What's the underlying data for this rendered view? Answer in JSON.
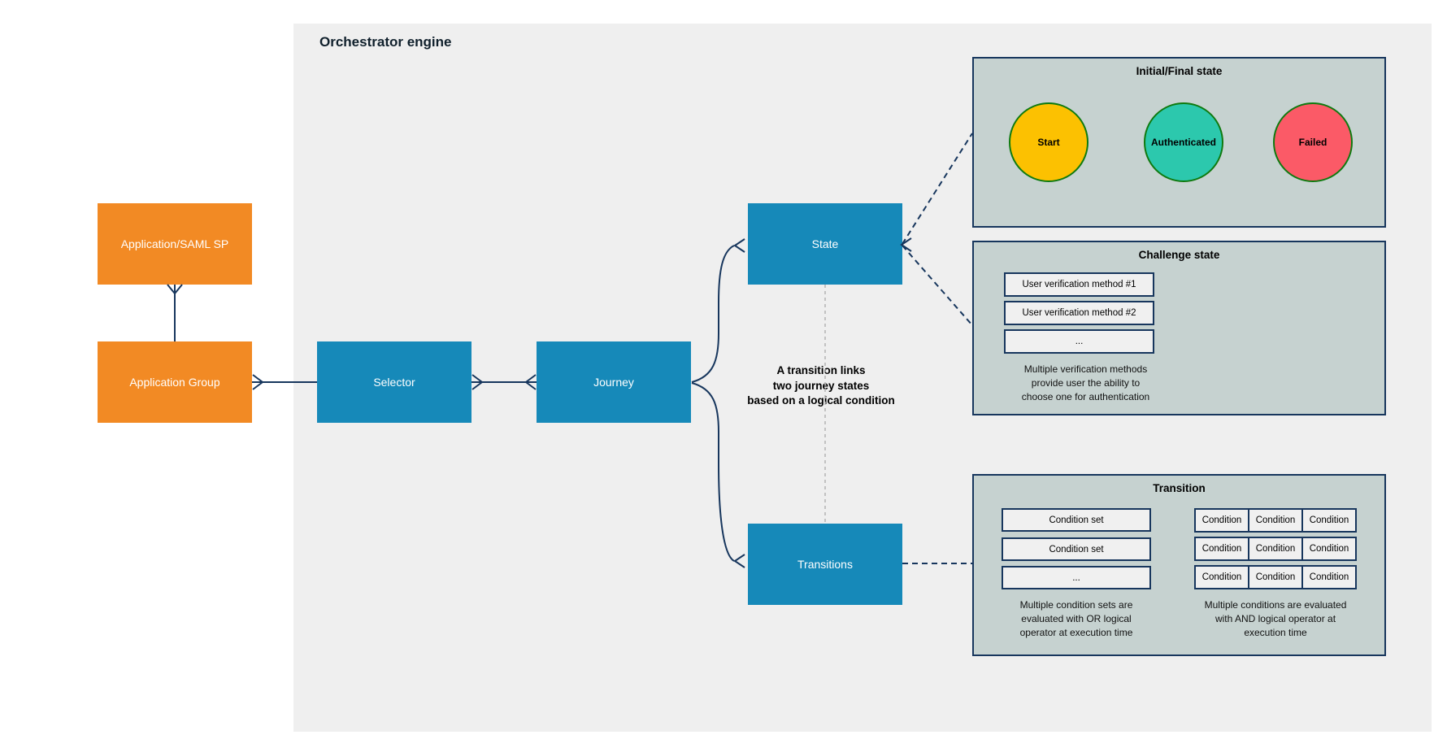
{
  "engine": {
    "title": "Orchestrator engine"
  },
  "nodes": {
    "app_saml": "Application/SAML SP",
    "app_group": "Application Group",
    "selector": "Selector",
    "journey": "Journey",
    "state": "State",
    "transitions": "Transitions"
  },
  "annotation": "A transition links\ntwo journey states\nbased on a logical condition",
  "panels": {
    "initial_final": {
      "title": "Initial/Final state",
      "states": [
        {
          "label": "Start",
          "fill": "#fcc101"
        },
        {
          "label": "Authenticated",
          "fill": "#2cc8ad"
        },
        {
          "label": "Failed",
          "fill": "#fb5a67"
        }
      ]
    },
    "challenge": {
      "title": "Challenge state",
      "methods": [
        "User verification method #1",
        "User verification method #2",
        "..."
      ],
      "caption": "Multiple verification methods\nprovide user the ability to\nchoose one for authentication"
    },
    "transition": {
      "title": "Transition",
      "condition_sets": [
        "Condition set",
        "Condition set",
        "..."
      ],
      "or_caption": "Multiple condition sets are\nevaluated with OR logical\noperator at execution time",
      "conditions": [
        [
          "Condition",
          "Condition",
          "Condition"
        ],
        [
          "Condition",
          "Condition",
          "Condition"
        ],
        [
          "Condition",
          "Condition",
          "Condition"
        ]
      ],
      "and_caption": "Multiple conditions are evaluated\nwith AND logical operator at\nexecution time"
    }
  },
  "colors": {
    "canvas_gray": "#efefef",
    "node_blue": "#1689b9",
    "node_orange": "#f28a24",
    "line_navy": "#17365d",
    "panel_fill": "#c6d2d0",
    "panel_border": "#17365d",
    "circle_stroke": "#0f7a0f",
    "inner_box_fill": "#f0f0f0",
    "dashed_gray": "#b3b3b3"
  }
}
